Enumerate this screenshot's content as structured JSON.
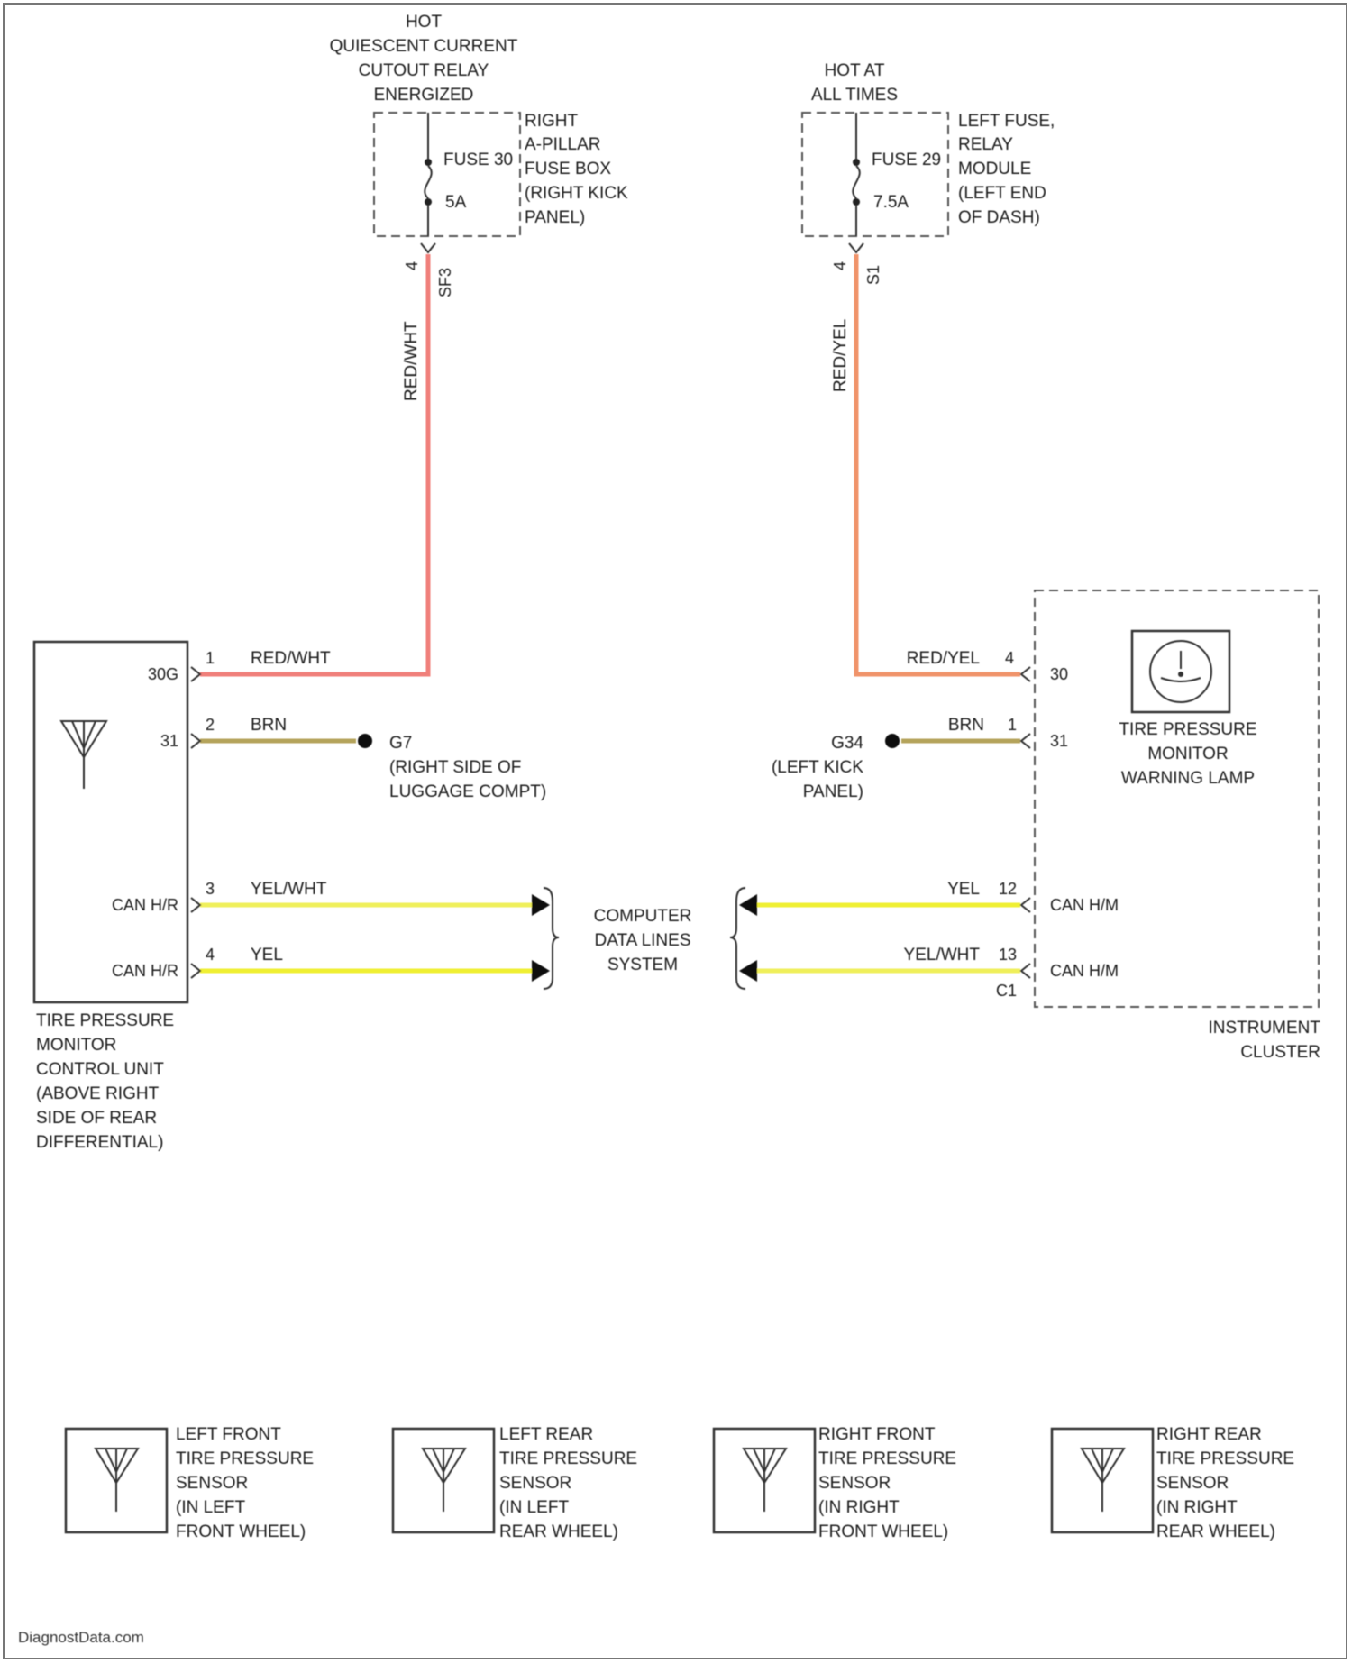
{
  "fuse_left": {
    "source": [
      "HOT",
      "QUIESCENT CURRENT",
      "CUTOUT RELAY",
      "ENERGIZED"
    ],
    "fuse_name": "FUSE 30",
    "fuse_rating": "5A",
    "location": [
      "RIGHT",
      "A-PILLAR",
      "FUSE BOX",
      "(RIGHT KICK",
      "PANEL)"
    ],
    "pin": "4",
    "connector": "SF3"
  },
  "fuse_right": {
    "source": [
      "HOT AT",
      "ALL TIMES"
    ],
    "fuse_name": "FUSE 29",
    "fuse_rating": "7.5A",
    "location": [
      "LEFT FUSE,",
      "RELAY",
      "MODULE",
      "(LEFT END",
      "OF DASH)"
    ],
    "pin": "4",
    "connector": "S1"
  },
  "wires": {
    "left_power": {
      "color_code": "RED/WHT",
      "vertical_label": "RED/WHT",
      "hex": "#f07f7a"
    },
    "right_power": {
      "color_code": "RED/YEL",
      "vertical_label": "RED/YEL",
      "hex": "#f0936a"
    },
    "left_ground": {
      "color_code": "BRN",
      "hex": "#b4a35a"
    },
    "right_ground": {
      "color_code": "BRN",
      "hex": "#b4a35a"
    },
    "left_can_high": {
      "color_code": "YEL/WHT",
      "hex": "#efef5a"
    },
    "left_can_low": {
      "color_code": "YEL",
      "hex": "#efef30"
    },
    "right_can_high": {
      "color_code": "YEL",
      "hex": "#efef30"
    },
    "right_can_low": {
      "color_code": "YEL/WHT",
      "hex": "#efef5a"
    }
  },
  "control_unit": {
    "pins": [
      {
        "num": "1",
        "name": "30G"
      },
      {
        "num": "2",
        "name": "31"
      },
      {
        "num": "3",
        "name": "CAN H/R"
      },
      {
        "num": "4",
        "name": "CAN H/R"
      }
    ],
    "icon": "antenna-icon",
    "label": [
      "TIRE PRESSURE",
      "MONITOR",
      "CONTROL UNIT",
      "(ABOVE RIGHT",
      "SIDE OF REAR",
      "DIFFERENTIAL)"
    ]
  },
  "ground_left": {
    "name": "G7",
    "location": [
      "(RIGHT SIDE OF",
      "LUGGAGE COMPT)"
    ]
  },
  "ground_right": {
    "name": "G34",
    "location": [
      "(LEFT KICK",
      "PANEL)"
    ]
  },
  "data_lines": {
    "label": [
      "COMPUTER",
      "DATA LINES",
      "SYSTEM"
    ]
  },
  "cluster": {
    "pins": [
      {
        "num": "4",
        "name": "30"
      },
      {
        "num": "1",
        "name": "31"
      },
      {
        "num": "12",
        "name": "CAN H/M"
      },
      {
        "num": "13",
        "name": "CAN H/M"
      }
    ],
    "connector": "C1",
    "lamp_icon": "tire-pressure-lamp-icon",
    "lamp_label": [
      "TIRE PRESSURE",
      "MONITOR",
      "WARNING LAMP"
    ],
    "label": [
      "INSTRUMENT",
      "CLUSTER"
    ]
  },
  "sensors": [
    {
      "label": [
        "LEFT FRONT",
        "TIRE PRESSURE",
        "SENSOR",
        "(IN LEFT",
        "FRONT WHEEL)"
      ]
    },
    {
      "label": [
        "LEFT REAR",
        "TIRE PRESSURE",
        "SENSOR",
        "(IN LEFT",
        "REAR WHEEL)"
      ]
    },
    {
      "label": [
        "RIGHT FRONT",
        "TIRE PRESSURE",
        "SENSOR",
        "(IN RIGHT",
        "FRONT WHEEL)"
      ]
    },
    {
      "label": [
        "RIGHT REAR",
        "TIRE PRESSURE",
        "SENSOR",
        "(IN RIGHT",
        "REAR WHEEL)"
      ]
    }
  ],
  "footer": {
    "watermark": "DiagnostData.com"
  }
}
